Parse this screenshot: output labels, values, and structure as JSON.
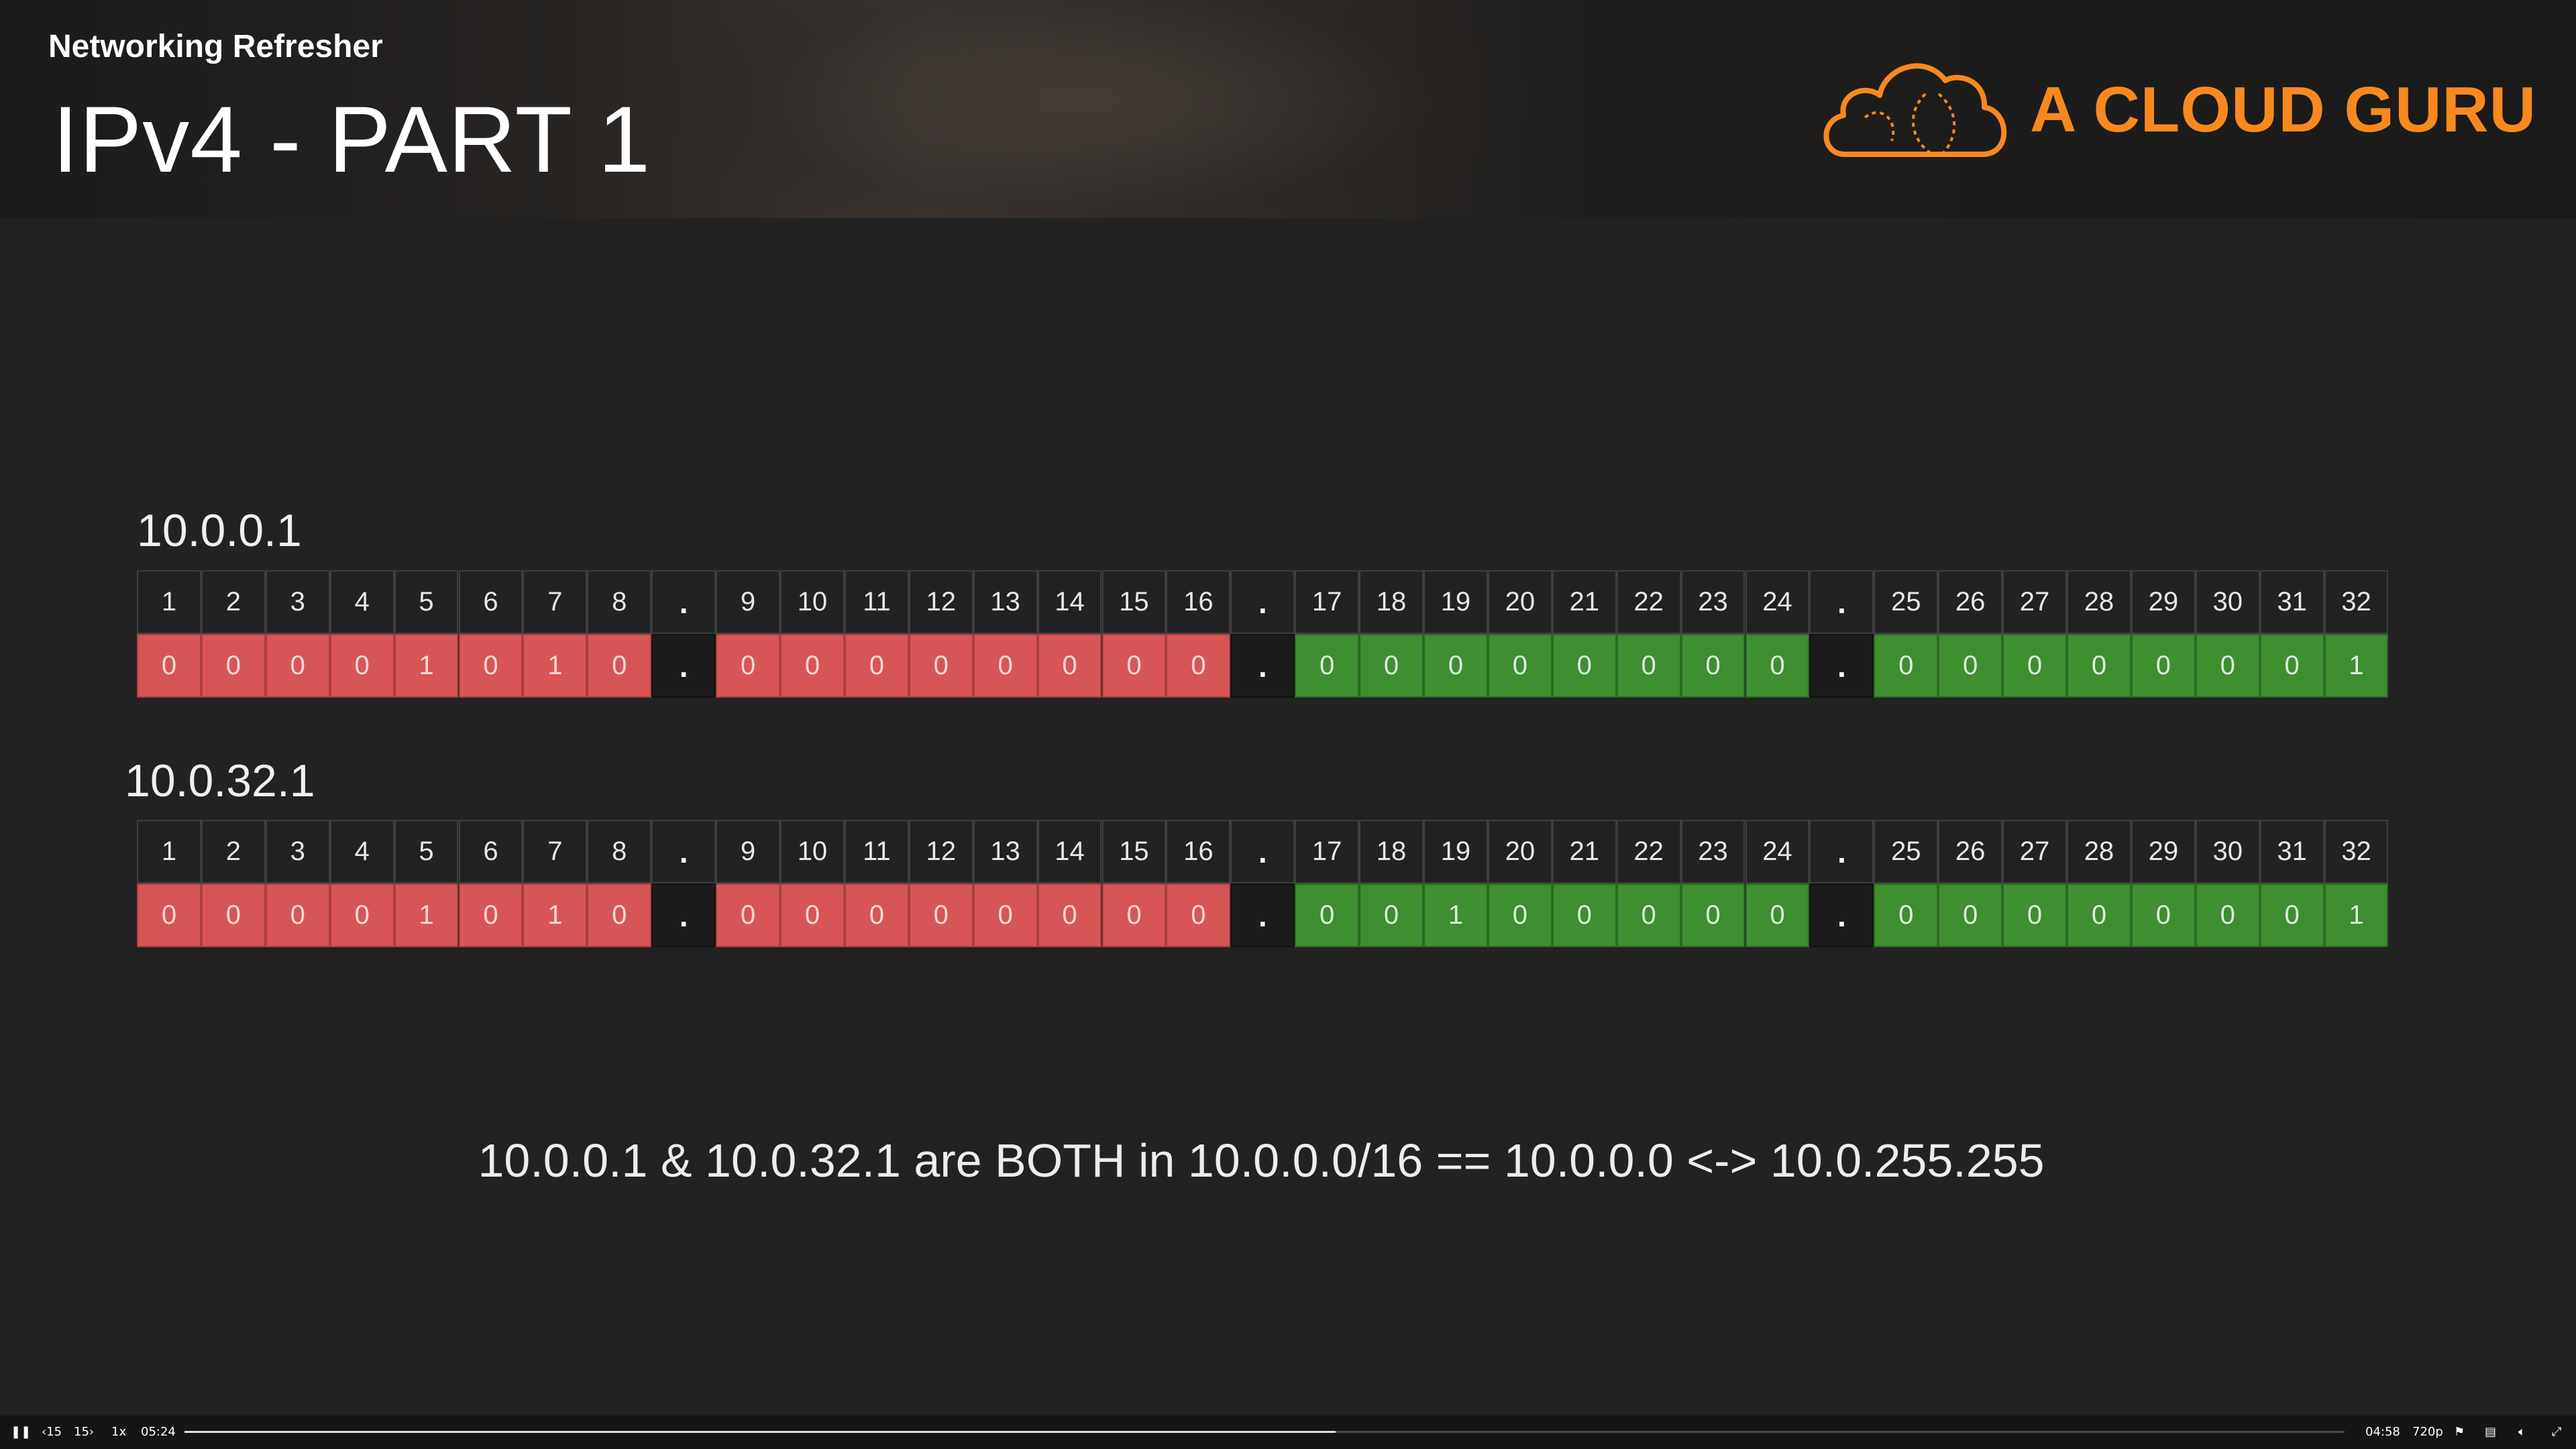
{
  "header": {
    "course_title": "Networking Refresher",
    "lesson_title": "IPv4 - PART 1",
    "brand": "A CLOUD GURU",
    "brand_color": "#f7891f"
  },
  "tables": [
    {
      "label": "10.0.0.1",
      "positions": [
        "1",
        "2",
        "3",
        "4",
        "5",
        "6",
        "7",
        "8",
        ".",
        "9",
        "10",
        "11",
        "12",
        "13",
        "14",
        "15",
        "16",
        ".",
        "17",
        "18",
        "19",
        "20",
        "21",
        "22",
        "23",
        "24",
        ".",
        "25",
        "26",
        "27",
        "28",
        "29",
        "30",
        "31",
        "32"
      ],
      "bits": [
        "0",
        "0",
        "0",
        "0",
        "1",
        "0",
        "1",
        "0",
        ".",
        "0",
        "0",
        "0",
        "0",
        "0",
        "0",
        "0",
        "0",
        ".",
        "0",
        "0",
        "0",
        "0",
        "0",
        "0",
        "0",
        "0",
        ".",
        "0",
        "0",
        "0",
        "0",
        "0",
        "0",
        "0",
        "1"
      ]
    },
    {
      "label": "10.0.32.1",
      "positions": [
        "1",
        "2",
        "3",
        "4",
        "5",
        "6",
        "7",
        "8",
        ".",
        "9",
        "10",
        "11",
        "12",
        "13",
        "14",
        "15",
        "16",
        ".",
        "17",
        "18",
        "19",
        "20",
        "21",
        "22",
        "23",
        "24",
        ".",
        "25",
        "26",
        "27",
        "28",
        "29",
        "30",
        "31",
        "32"
      ],
      "bits": [
        "0",
        "0",
        "0",
        "0",
        "1",
        "0",
        "1",
        "0",
        ".",
        "0",
        "0",
        "0",
        "0",
        "0",
        "0",
        "0",
        "0",
        ".",
        "0",
        "0",
        "1",
        "0",
        "0",
        "0",
        "0",
        "0",
        ".",
        "0",
        "0",
        "0",
        "0",
        "0",
        "0",
        "0",
        "1"
      ]
    }
  ],
  "colors": {
    "network_bits": "#d85555",
    "host_bits": "#3d8f2f"
  },
  "summary": "10.0.0.1 & 10.0.32.1 are BOTH in 10.0.0.0/16 == 10.0.0.0 <-> 10.0.255.255",
  "player": {
    "play_pause_icon": "pause-icon",
    "rewind_label": "‹15",
    "forward_label": "15›",
    "speed": "1x",
    "elapsed": "05:24",
    "remaining": "04:58",
    "quality": "720p",
    "progress": 0.533
  }
}
